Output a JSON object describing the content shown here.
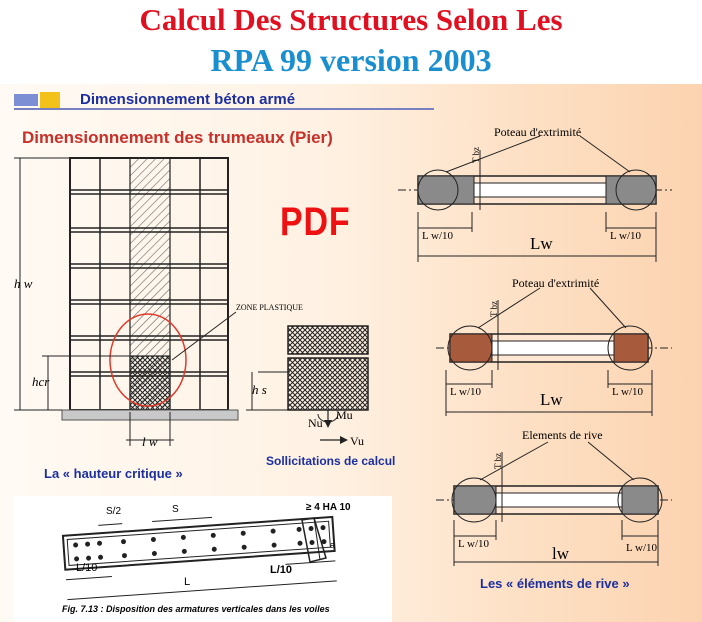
{
  "header": {
    "title_line1": "Calcul Des Structures Selon Les",
    "title_line2": "RPA 99 version 2003"
  },
  "slide": {
    "subheading": "Dimensionnement béton armé",
    "section_title": "Dimensionnement des trumeaux (Pier)",
    "pdf_label": "PDF",
    "caption_left": "La « hauteur critique »",
    "caption_loads": "Sollicitations de calcul",
    "caption_right": "Les « éléments de rive »"
  },
  "building": {
    "hw": "h w",
    "hcr": "hcr",
    "hs": "h s",
    "lw": "l w",
    "zone": "ZONE PLASTIQUE"
  },
  "loads": {
    "nu": "Nu",
    "mu": "Mu",
    "vu": "Vu"
  },
  "sections": [
    {
      "title": "Poteau d'extrimité",
      "lw_small_left": "L w/10",
      "lw_small_right": "L w/10",
      "lw": "Lw",
      "tbz": "T bz"
    },
    {
      "title": "Poteau d'extrimité",
      "lw_small_left": "L w/10",
      "lw_small_right": "L w/10",
      "lw": "Lw",
      "tbz": "T bz"
    },
    {
      "title": "Elements de rive",
      "lw_small_left": "L w/10",
      "lw_small_right": "L w/10",
      "lw": "lw",
      "tbz": "T bz"
    }
  ],
  "figure": {
    "s2": "S/2",
    "s": "S",
    "ha": "≥ 4 HA 10",
    "l10_left": "L/10",
    "l10_right": "L/10",
    "l": "L",
    "a": "a",
    "caption": "Fig. 7.13 : Disposition des armatures verticales dans les voiles"
  }
}
